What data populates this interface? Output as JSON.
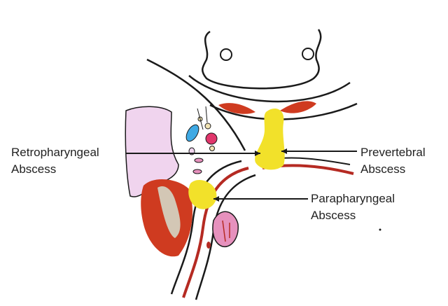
{
  "labels": {
    "retropharyngeal": {
      "line1": "Retropharyngeal",
      "line2": "Abscess"
    },
    "prevertebral": {
      "line1": "Prevertebral",
      "line2": "Abscess"
    },
    "parapharyngeal": {
      "line1": "Parapharyngeal",
      "line2": "Abscess"
    }
  },
  "colors": {
    "abscess": "#f2e12a",
    "muscle": "#cf3b20",
    "salivary": "#f0d4ee",
    "vessel": "#b52a22",
    "tonsil": "#e691bd",
    "artery_blue": "#3fa9e4",
    "outline": "#1a1a1a"
  }
}
